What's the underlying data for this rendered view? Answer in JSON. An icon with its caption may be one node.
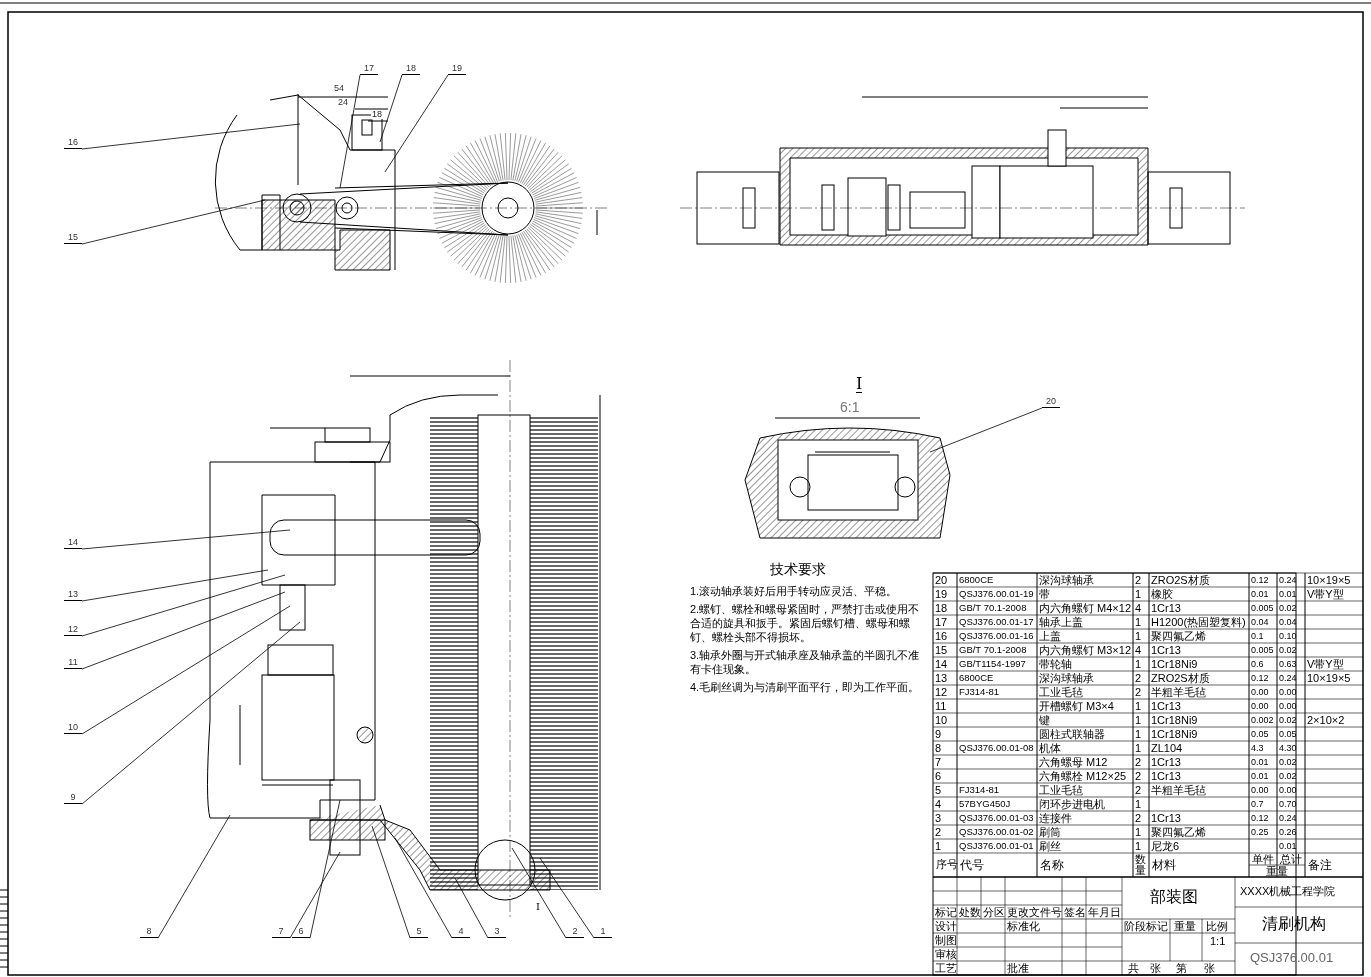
{
  "diagram": {
    "nodes": [
      {
        "text": [
          "17"
        ]
      },
      {
        "text": [
          "18"
        ]
      },
      {
        "text": [
          "19"
        ]
      },
      {
        "text": [
          "16"
        ]
      },
      {
        "text": [
          "15"
        ]
      },
      {
        "text": [
          "20"
        ]
      },
      {
        "text": [
          "14"
        ]
      },
      {
        "text": [
          "13"
        ]
      },
      {
        "text": [
          "12"
        ]
      },
      {
        "text": [
          "11"
        ]
      },
      {
        "text": [
          "10"
        ]
      },
      {
        "text": [
          "9"
        ]
      },
      {
        "text": [
          "8"
        ]
      },
      {
        "text": [
          "7"
        ]
      },
      {
        "text": [
          "6"
        ]
      },
      {
        "text": [
          "5"
        ]
      },
      {
        "text": [
          "4"
        ]
      },
      {
        "text": [
          "3"
        ]
      },
      {
        "text": [
          "2"
        ]
      },
      {
        "text": [
          "1"
        ]
      }
    ],
    "edges": [
      {
        "from": 0,
        "to": null,
        "arrow": "none"
      },
      {
        "from": 1,
        "to": null,
        "arrow": "none"
      },
      {
        "from": 2,
        "to": null,
        "arrow": "none"
      },
      {
        "from": 3,
        "to": null,
        "arrow": "none"
      },
      {
        "from": 4,
        "to": null,
        "arrow": "none"
      },
      {
        "from": 5,
        "to": null,
        "arrow": "none"
      },
      {
        "from": 6,
        "to": null,
        "arrow": "none"
      },
      {
        "from": 7,
        "to": null,
        "arrow": "none"
      },
      {
        "from": 8,
        "to": null,
        "arrow": "none"
      },
      {
        "from": 9,
        "to": null,
        "arrow": "none"
      },
      {
        "from": 10,
        "to": null,
        "arrow": "none"
      },
      {
        "from": 11,
        "to": null,
        "arrow": "none"
      },
      {
        "from": 12,
        "to": null,
        "arrow": "none"
      },
      {
        "from": 13,
        "to": null,
        "arrow": "none"
      },
      {
        "from": 14,
        "to": null,
        "arrow": "none"
      },
      {
        "from": 15,
        "to": null,
        "arrow": "none"
      },
      {
        "from": 16,
        "to": null,
        "arrow": "none"
      },
      {
        "from": 17,
        "to": null,
        "arrow": "none"
      },
      {
        "from": 18,
        "to": null,
        "arrow": "none"
      },
      {
        "from": 19,
        "to": null,
        "arrow": "none"
      }
    ],
    "labels": [
      "54",
      "24",
      "18",
      "I",
      "6:1",
      "技术要求",
      "1.滚动轴承装好后用手转动应灵活、平稳。",
      "2.螺钉、螺栓和螺母紧固时，严禁打击或使用不合适的旋具和扳手。紧固后螺钉槽、螺母和螺钉、螺栓头部不得损坏。",
      "3.轴承外圈与开式轴承座及轴承盖的半圆孔不准有卡住现象。",
      "4.毛刷丝调为与清刷平面平行，即为工作平面。",
      "I",
      "20",
      "6800CE",
      "深沟球轴承",
      "2",
      "ZRO2S材质",
      "0.12",
      "0.24",
      "10×19×5",
      "19",
      "QSJ376.00.01-19",
      "带",
      "1",
      "橡胶",
      "0.01",
      "0.01",
      "V带Y型",
      "18",
      "GB/T 70.1-2008",
      "内六角螺钉 M4×12",
      "4",
      "1Cr13",
      "0.005",
      "0.02",
      "17",
      "QSJ376.00.01-17",
      "轴承上盖",
      "1",
      "H1200(热固塑复料)",
      "0.04",
      "0.04",
      "16",
      "QSJ376.00.01-16",
      "上盖",
      "1",
      "聚四氟乙烯",
      "0.1",
      "0.10",
      "15",
      "GB/T 70.1-2008",
      "内六角螺钉 M3×12",
      "4",
      "1Cr13",
      "0.005",
      "0.02",
      "14",
      "GB/T1154-1997",
      "带轮轴",
      "1",
      "1Cr18Ni9",
      "0.6",
      "0.63",
      "V带Y型",
      "13",
      "6800CE",
      "深沟球轴承",
      "2",
      "ZRO2S材质",
      "0.12",
      "0.24",
      "10×19×5",
      "12",
      "FJ314-81",
      "工业毛毡",
      "2",
      "半粗羊毛毡",
      "0.00",
      "0.00",
      "11",
      "开槽螺钉 M3×4",
      "1",
      "1Cr13",
      "0.00",
      "0.00",
      "10",
      "键",
      "1",
      "1Cr18Ni9",
      "0.002",
      "0.02",
      "2×10×2",
      "9",
      "圆柱式联轴器",
      "1",
      "1Cr18Ni9",
      "0.05",
      "0.05",
      "8",
      "QSJ376.00.01-08",
      "机体",
      "1",
      "ZL104",
      "4.3",
      "4.30",
      "7",
      "六角螺母 M12",
      "2",
      "1Cr13",
      "0.01",
      "0.02",
      "6",
      "六角螺栓 M12×25",
      "2",
      "1Cr13",
      "0.01",
      "0.02",
      "5",
      "FJ314-81",
      "工业毛毡",
      "2",
      "半粗羊毛毡",
      "0.00",
      "0.00",
      "4",
      "57BYG450J",
      "闭环步进电机",
      "1",
      "0.7",
      "0.70",
      "3",
      "QSJ376.00.01-03",
      "连接件",
      "2",
      "1Cr13",
      "0.12",
      "0.24",
      "2",
      "QSJ376.00.01-02",
      "刷筒",
      "1",
      "聚四氟乙烯",
      "0.25",
      "0.26",
      "1",
      "QSJ376.00.01-01",
      "刷丝",
      "1",
      "尼龙6",
      "0.01",
      "序号",
      "代号",
      "名称",
      "数量",
      "材料",
      "单件",
      "总计",
      "重量",
      "备注",
      "部装图",
      "XXXX机械工程学院",
      "清刷机构",
      "标记",
      "处数",
      "分区",
      "更改文件号",
      "签名",
      "年月日",
      "设计",
      "标准化",
      "阶段标记",
      "重量",
      "比例",
      "制图",
      "1:1",
      "审核",
      "工艺",
      "批准",
      "共",
      "张",
      "第",
      "张",
      "QSJ376.00.01"
    ]
  }
}
